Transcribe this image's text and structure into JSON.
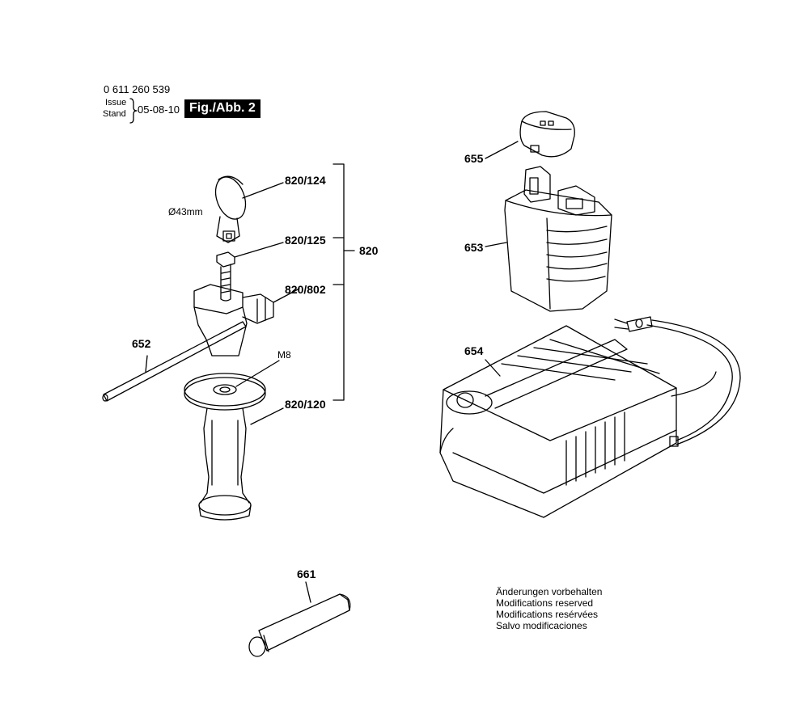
{
  "header": {
    "part_number": "0 611 260 539",
    "issue_label": "Issue",
    "stand_label": "Stand",
    "date": "05-08-10",
    "figure": "Fig./Abb. 2"
  },
  "labels": {
    "p655": "655",
    "p653": "653",
    "p654": "654",
    "p652": "652",
    "p661": "661",
    "p820": "820",
    "p820_124": "820/124",
    "p820_125": "820/125",
    "p820_802": "820/802",
    "p820_120": "820/120",
    "diameter": "Ø43mm",
    "m8": "M8"
  },
  "notes": [
    "Änderungen vorbehalten",
    "Modifications reserved",
    "Modifications resérvées",
    "Salvo modificaciones"
  ]
}
